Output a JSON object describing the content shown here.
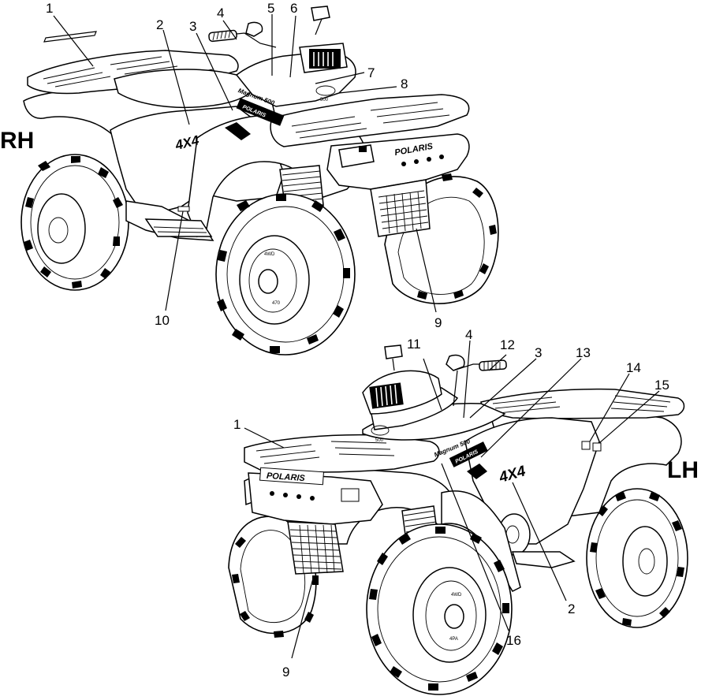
{
  "views": {
    "rh": {
      "label": "RH"
    },
    "lh": {
      "label": "LH"
    }
  },
  "decals": {
    "four_by_four": "4X4",
    "polaris": "POLARIS",
    "magnum": "Magnum 500",
    "engine": "500"
  },
  "callouts": {
    "rh": {
      "c1": "1",
      "c2": "2",
      "c3": "3",
      "c4": "4",
      "c5": "5",
      "c6": "6",
      "c7": "7",
      "c8": "8",
      "c9": "9",
      "c10": "10"
    },
    "lh": {
      "c11": "11",
      "c4": "4",
      "c12": "12",
      "c3": "3",
      "c13": "13",
      "c14": "14",
      "c15": "15",
      "c1": "1",
      "c2": "2",
      "c16": "16",
      "c9": "9"
    }
  }
}
